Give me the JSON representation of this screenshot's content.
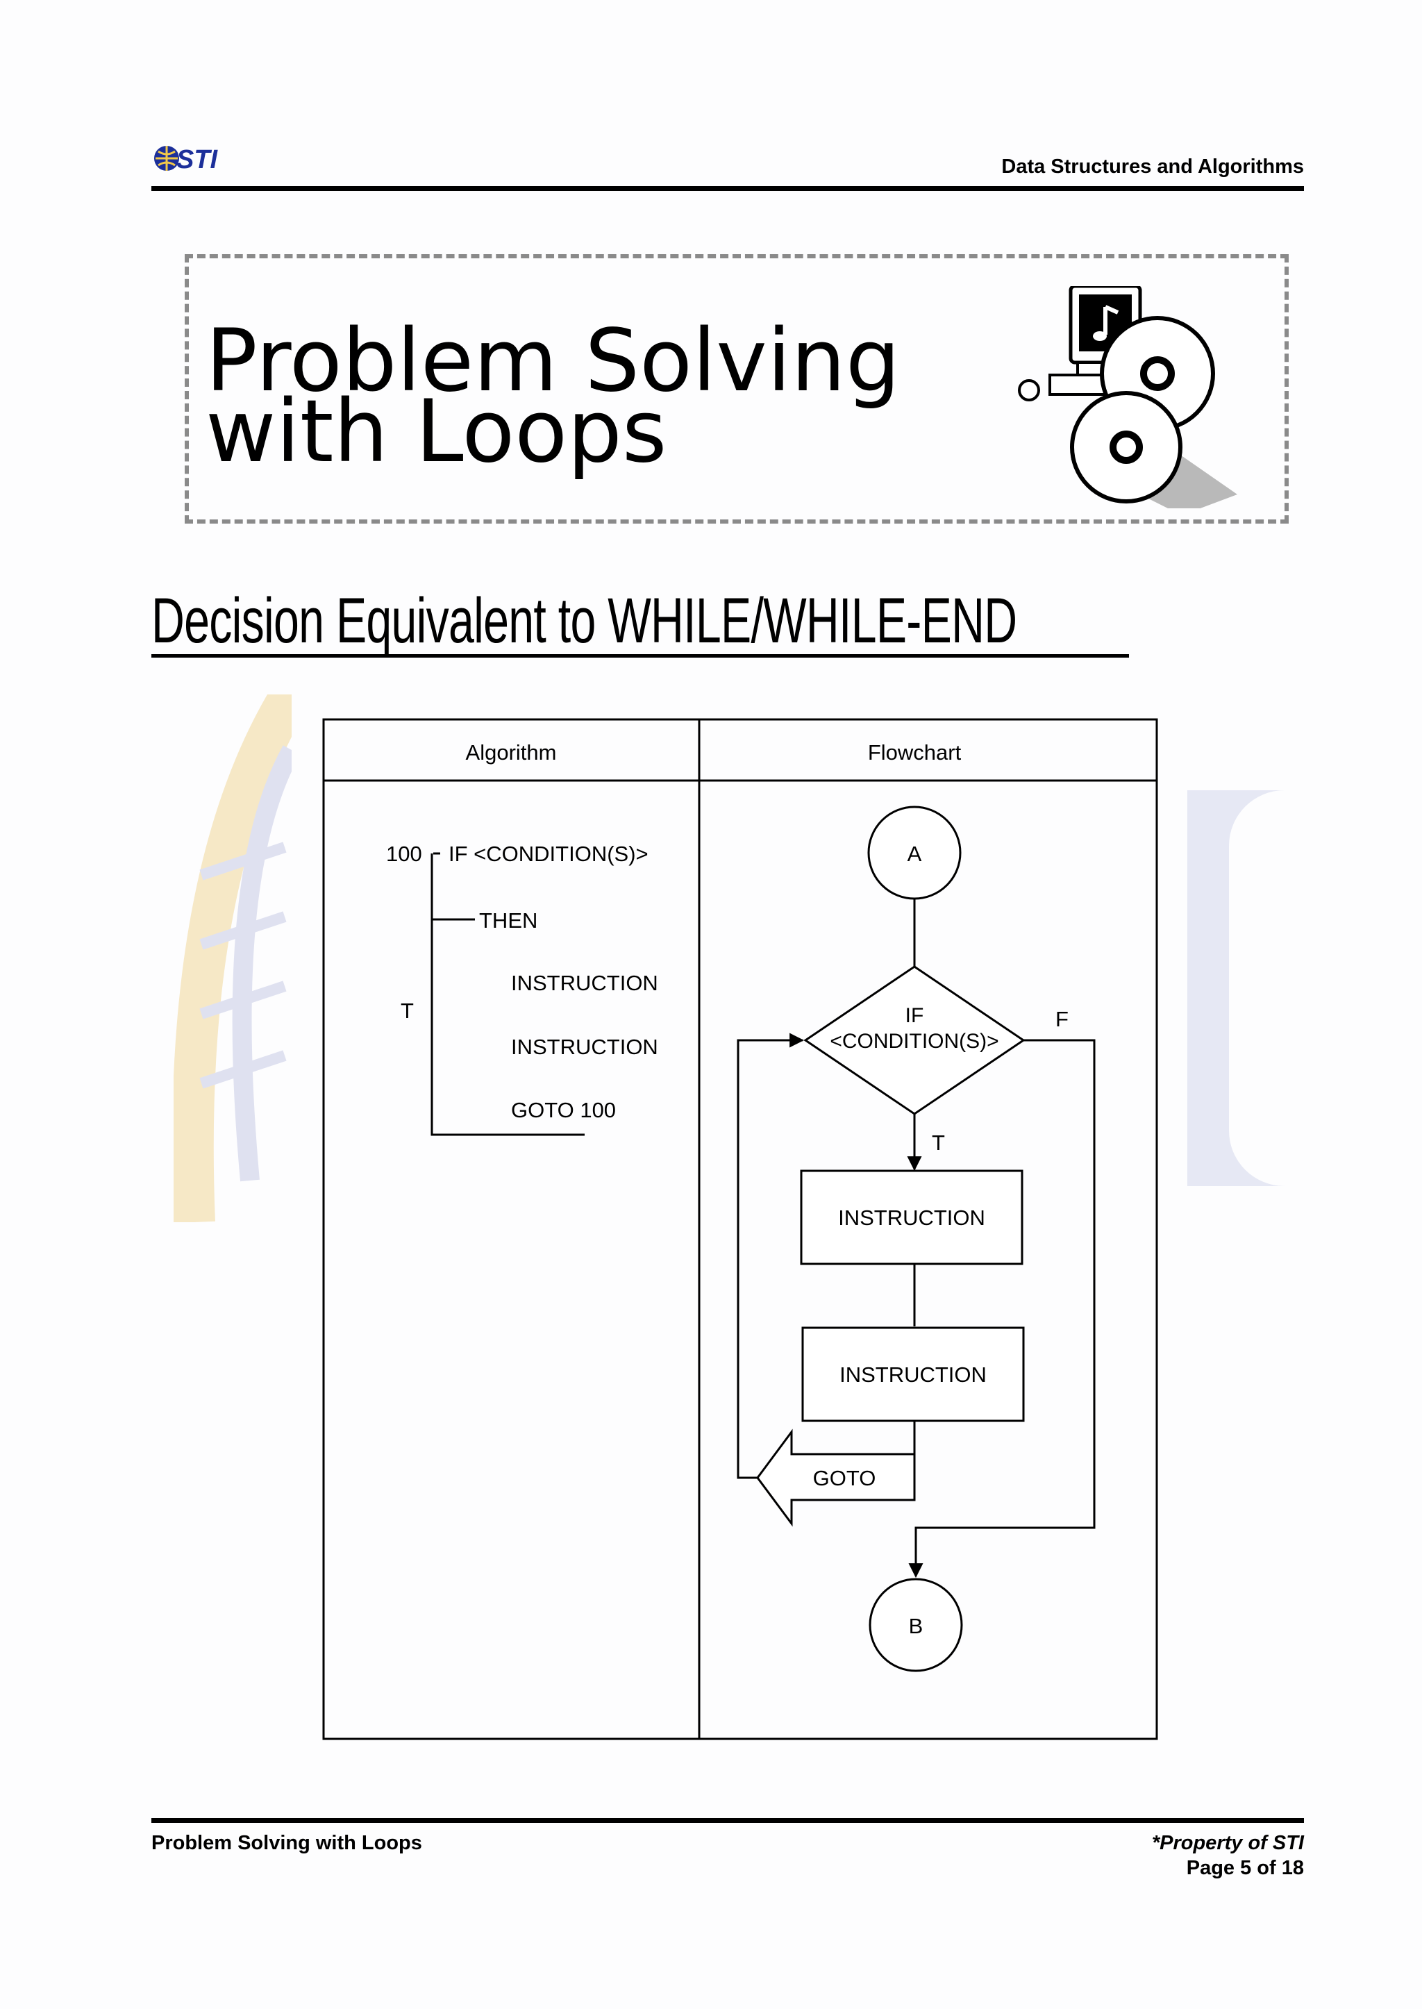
{
  "header": {
    "logo_text": "STI",
    "title": "Data Structures and Algorithms"
  },
  "title_box": {
    "line1": "Problem Solving",
    "line2": "with Loops",
    "art_icon": "computer-music-cd-clipart"
  },
  "section_heading": "Decision Equivalent to WHILE/WHILE-END",
  "figure": {
    "columns": [
      "Algorithm",
      "Flowchart"
    ],
    "algorithm": {
      "line_number": "100",
      "if_line": "IF <CONDITION(S)>",
      "then": "THEN",
      "t_label": "T",
      "instruction1": "INSTRUCTION",
      "instruction2": "INSTRUCTION",
      "goto": "GOTO 100"
    },
    "flowchart": {
      "connector_start": "A",
      "decision_line1": "IF",
      "decision_line2": "<CONDITION(S)>",
      "true_label": "T",
      "false_label": "F",
      "process1": "INSTRUCTION",
      "process2": "INSTRUCTION",
      "goto": "GOTO",
      "connector_end": "B"
    }
  },
  "footer": {
    "left": "Problem Solving with Loops",
    "property": "*Property of STI",
    "page": "Page 5 of 18"
  },
  "colors": {
    "logo_blue": "#1c2f9a",
    "dashed_border": "#8a8a8a",
    "watermark_yellow": "#f1d79a",
    "watermark_blue": "#c8cbe6"
  }
}
